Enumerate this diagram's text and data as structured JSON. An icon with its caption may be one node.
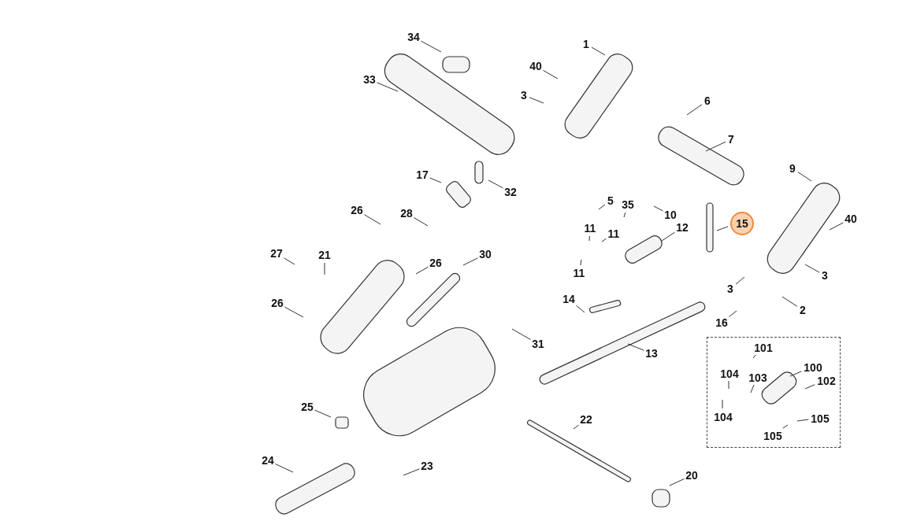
{
  "diagram": {
    "nodes": [
      {
        "text": [
          "34"
        ]
      },
      {
        "text": [
          "1"
        ]
      },
      {
        "text": [
          "40"
        ]
      },
      {
        "text": [
          "33"
        ]
      },
      {
        "text": [
          "3"
        ]
      },
      {
        "text": [
          "6"
        ]
      },
      {
        "text": [
          "7"
        ]
      },
      {
        "text": [
          "9"
        ]
      },
      {
        "text": [
          "17"
        ]
      },
      {
        "text": [
          "32"
        ]
      },
      {
        "text": [
          "26"
        ]
      },
      {
        "text": [
          "5"
        ]
      },
      {
        "text": [
          "35"
        ]
      },
      {
        "text": [
          "28"
        ]
      },
      {
        "text": [
          "10"
        ]
      },
      {
        "text": [
          "15"
        ]
      },
      {
        "text": [
          "40"
        ]
      },
      {
        "text": [
          "11"
        ]
      },
      {
        "text": [
          "12"
        ]
      },
      {
        "text": [
          "11"
        ]
      },
      {
        "text": [
          "27"
        ]
      },
      {
        "text": [
          "21"
        ]
      },
      {
        "text": [
          "30"
        ]
      },
      {
        "text": [
          "26"
        ]
      },
      {
        "text": [
          "11"
        ]
      },
      {
        "text": [
          "3"
        ]
      },
      {
        "text": [
          "3"
        ]
      },
      {
        "text": [
          "14"
        ]
      },
      {
        "text": [
          "26"
        ]
      },
      {
        "text": [
          "2"
        ]
      },
      {
        "text": [
          "16"
        ]
      },
      {
        "text": [
          "31"
        ]
      },
      {
        "text": [
          "13"
        ]
      },
      {
        "text": [],
        "shape": "box"
      },
      {
        "text": [
          "101"
        ],
        "in": 33
      },
      {
        "text": [
          "100"
        ],
        "in": 33
      },
      {
        "text": [
          "104"
        ],
        "in": 33
      },
      {
        "text": [
          "103"
        ],
        "in": 33
      },
      {
        "text": [
          "102"
        ],
        "in": 33
      },
      {
        "text": [
          "25"
        ]
      },
      {
        "text": [
          "104"
        ],
        "in": 33
      },
      {
        "text": [
          "105"
        ],
        "in": 33
      },
      {
        "text": [
          "22"
        ]
      },
      {
        "text": [
          "105"
        ],
        "in": 33
      },
      {
        "text": [
          "24"
        ]
      },
      {
        "text": [
          "23"
        ]
      },
      {
        "text": [
          "20"
        ]
      }
    ],
    "edges": [
      {
        "from": 0,
        "to": null,
        "arrow": "none"
      },
      {
        "from": 1,
        "to": null,
        "arrow": "none"
      },
      {
        "from": 2,
        "to": null,
        "arrow": "none"
      },
      {
        "from": 3,
        "to": null,
        "arrow": "none"
      },
      {
        "from": 4,
        "to": null,
        "arrow": "none"
      },
      {
        "from": 5,
        "to": null,
        "arrow": "none"
      },
      {
        "from": 6,
        "to": null,
        "arrow": "none"
      },
      {
        "from": 7,
        "to": null,
        "arrow": "none"
      },
      {
        "from": 8,
        "to": null,
        "arrow": "none"
      },
      {
        "from": 9,
        "to": null,
        "arrow": "none"
      },
      {
        "from": 10,
        "to": null,
        "arrow": "none"
      },
      {
        "from": 11,
        "to": null,
        "arrow": "none"
      },
      {
        "from": 12,
        "to": null,
        "arrow": "none"
      },
      {
        "from": 13,
        "to": null,
        "arrow": "none"
      },
      {
        "from": 14,
        "to": null,
        "arrow": "none"
      },
      {
        "from": 15,
        "to": null,
        "arrow": "none"
      },
      {
        "from": 16,
        "to": null,
        "arrow": "none"
      },
      {
        "from": 17,
        "to": null,
        "arrow": "none"
      },
      {
        "from": 18,
        "to": null,
        "arrow": "none"
      },
      {
        "from": 19,
        "to": null,
        "arrow": "none"
      },
      {
        "from": 20,
        "to": null,
        "arrow": "none"
      },
      {
        "from": 21,
        "to": null,
        "arrow": "none"
      },
      {
        "from": 22,
        "to": null,
        "arrow": "none"
      },
      {
        "from": 23,
        "to": null,
        "arrow": "none"
      },
      {
        "from": 24,
        "to": null,
        "arrow": "none"
      },
      {
        "from": 25,
        "to": null,
        "arrow": "none"
      },
      {
        "from": 26,
        "to": null,
        "arrow": "none"
      },
      {
        "from": 27,
        "to": null,
        "arrow": "none"
      },
      {
        "from": 28,
        "to": null,
        "arrow": "none"
      },
      {
        "from": 29,
        "to": null,
        "arrow": "none"
      },
      {
        "from": 30,
        "to": null,
        "arrow": "none"
      },
      {
        "from": 31,
        "to": null,
        "arrow": "none"
      },
      {
        "from": 32,
        "to": null,
        "arrow": "none"
      },
      {
        "from": 34,
        "to": null,
        "arrow": "none"
      },
      {
        "from": 35,
        "to": null,
        "arrow": "none"
      },
      {
        "from": 36,
        "to": null,
        "arrow": "none"
      },
      {
        "from": 37,
        "to": null,
        "arrow": "none"
      },
      {
        "from": 38,
        "to": null,
        "arrow": "none"
      },
      {
        "from": 39,
        "to": null,
        "arrow": "none"
      },
      {
        "from": 40,
        "to": null,
        "arrow": "none"
      },
      {
        "from": 41,
        "to": null,
        "arrow": "none"
      },
      {
        "from": 42,
        "to": null,
        "arrow": "none"
      },
      {
        "from": 43,
        "to": null,
        "arrow": "none"
      },
      {
        "from": 44,
        "to": null,
        "arrow": "none"
      },
      {
        "from": 45,
        "to": null,
        "arrow": "none"
      },
      {
        "from": 46,
        "to": null,
        "arrow": "none"
      }
    ]
  }
}
